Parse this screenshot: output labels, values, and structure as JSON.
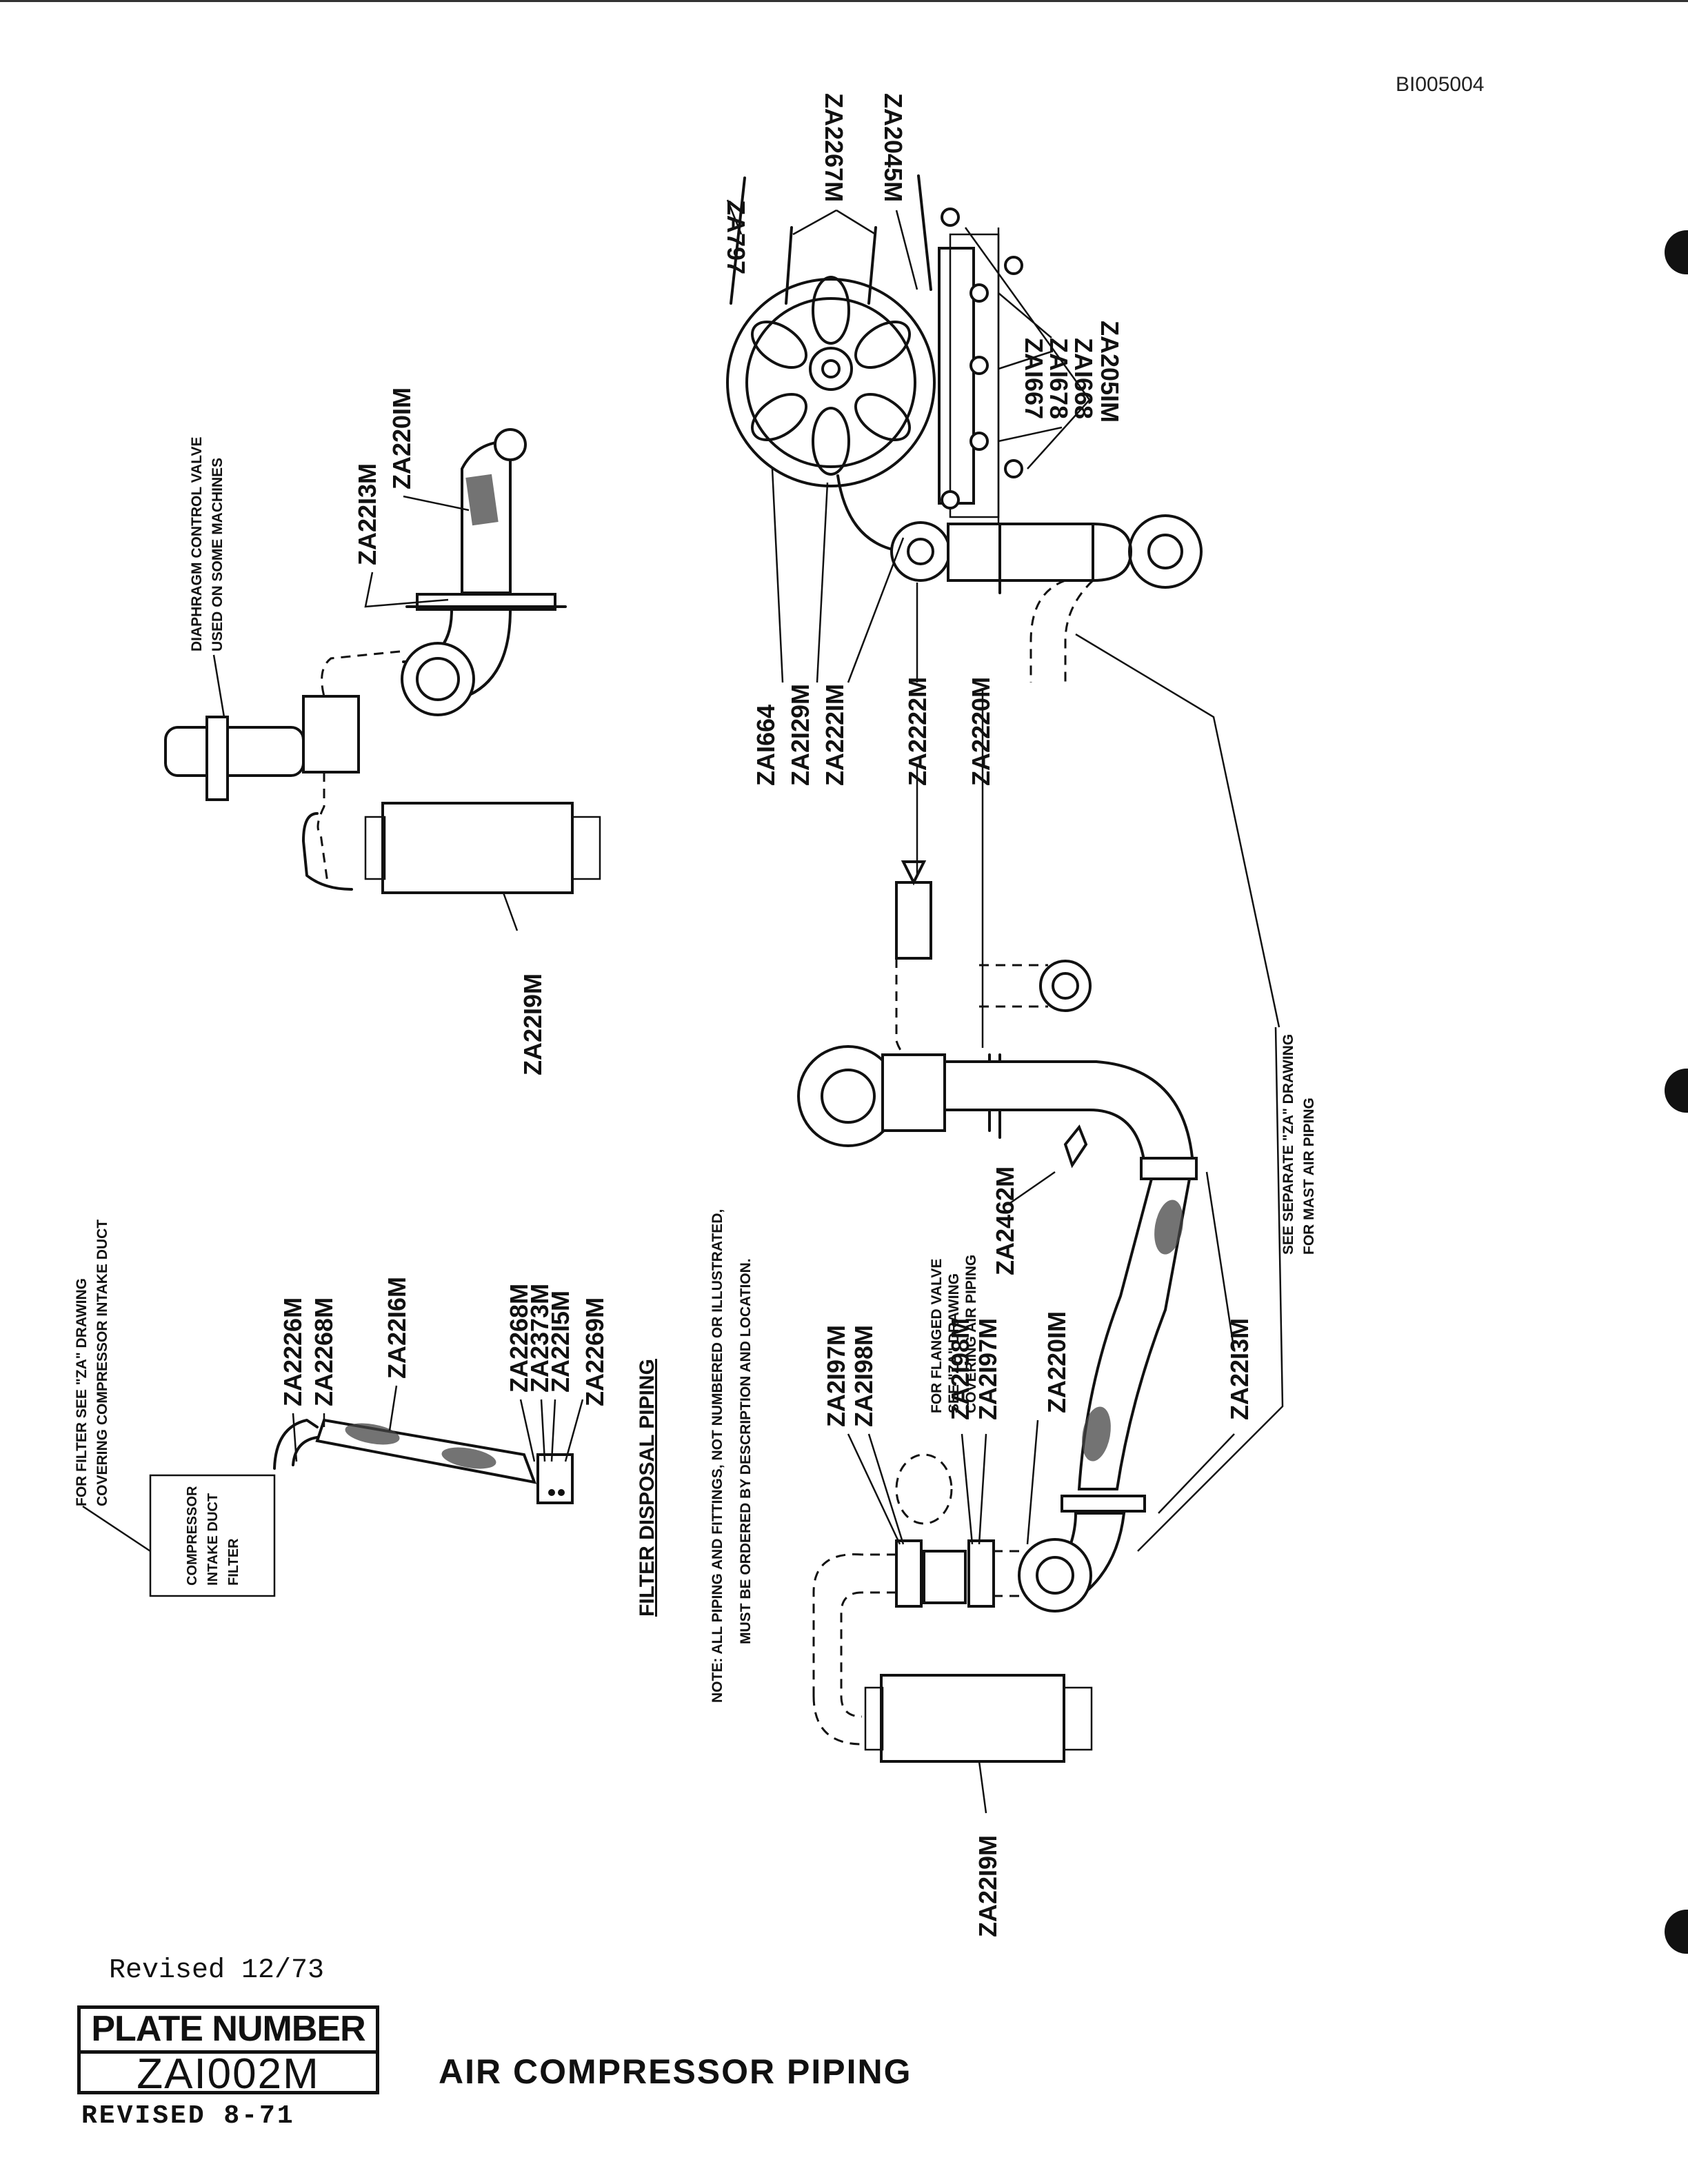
{
  "doc_id": "BI005004",
  "footer": {
    "revised_note": "Revised 12/73",
    "plate_header": "PLATE NUMBER",
    "plate_number": "ZAI002M",
    "revised_stamp": "REVISED 8-71",
    "title": "AIR COMPRESSOR PIPING"
  },
  "notes": {
    "filter_heading": "FILTER DISPOSAL PIPING",
    "general_note_line1": "NOTE: ALL PIPING AND FITTINGS, NOT NUMBERED OR ILLUSTRATED,",
    "general_note_line2": "MUST BE ORDERED BY DESCRIPTION AND LOCATION.",
    "diaphragm_line1": "DIAPHRAGM CONTROL VALVE",
    "diaphragm_line2": "USED ON SOME MACHINES",
    "filter_ref_line1": "FOR FILTER SEE \"ZA\" DRAWING",
    "filter_ref_line2": "COVERING COMPRESSOR INTAKE DUCT",
    "flanged_valve_line1": "FOR FLANGED VALVE",
    "flanged_valve_line2": "SEE \"ZA\" DRAWING",
    "flanged_valve_line3": "COVERING AIR PIPING",
    "mast_air_line1": "SEE SEPARATE \"ZA\" DRAWING",
    "mast_air_line2": "FOR MAST AIR PIPING",
    "filter_box_line1": "COMPRESSOR",
    "filter_box_line2": "INTAKE DUCT",
    "filter_box_line3": "FILTER"
  },
  "parts": {
    "za797": "ZA797",
    "za2267m": "ZA2267M",
    "za2045m": "ZA2045M",
    "za1667": "ZAI667",
    "za1678": "ZAI678",
    "za1668": "ZAI668",
    "za2051m": "ZA205IM",
    "za1664": "ZAI664",
    "za2129m": "ZA2I29M",
    "za2221m": "ZA222IM",
    "za2222m": "ZA2222M",
    "za2220m": "ZA2220M",
    "za2213m_top": "ZA22I3M",
    "za2201m_top": "ZA220IM",
    "za2219m_top": "ZA22I9M",
    "za2226m": "ZA2226M",
    "za2268m_a": "ZA2268M",
    "za2216m": "ZA22I6M",
    "za2268m_b": "ZA2268M",
    "za2373m": "ZA2373M",
    "za2215m": "ZA22I5M",
    "za2269m": "ZA2269M",
    "za2197m_a": "ZA2I97M",
    "za2198m_a": "ZA2I98M",
    "za2462m": "ZA2462M",
    "za2198m_b": "ZA2I98M",
    "za2197m_b": "ZA2I97M",
    "za2201m_bot": "ZA220IM",
    "za2213m_bot": "ZA22I3M",
    "za2219m_bot": "ZA22I9M"
  }
}
